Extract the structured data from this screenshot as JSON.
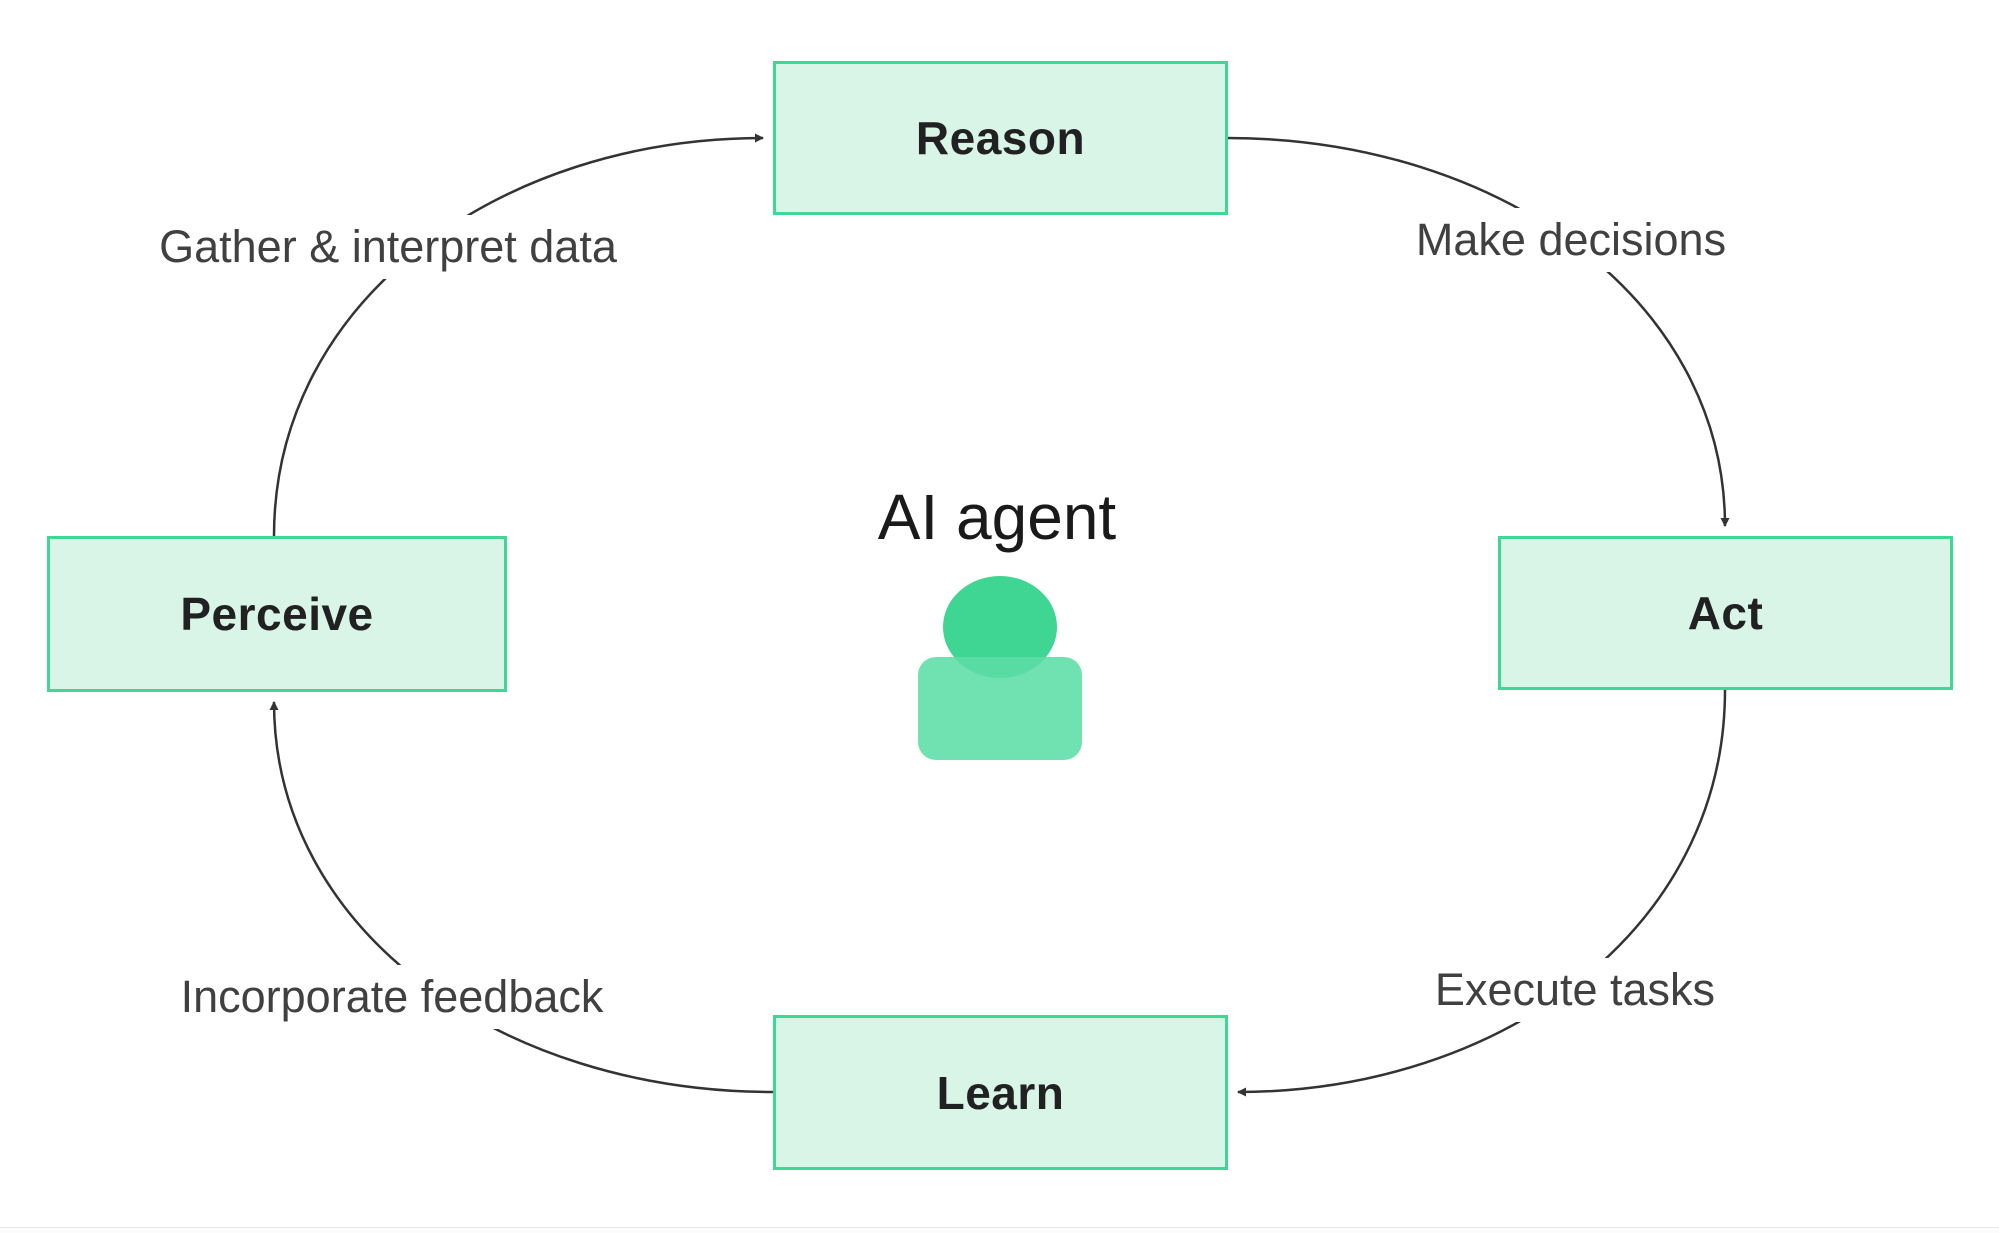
{
  "title": "AI agent",
  "nodes": [
    {
      "id": "reason",
      "label": "Reason"
    },
    {
      "id": "act",
      "label": "Act"
    },
    {
      "id": "learn",
      "label": "Learn"
    },
    {
      "id": "perceive",
      "label": "Perceive"
    }
  ],
  "edges": [
    {
      "from": "Perceive",
      "to": "Reason",
      "label": "Gather & interpret data"
    },
    {
      "from": "Reason",
      "to": "Act",
      "label": "Make decisions"
    },
    {
      "from": "Act",
      "to": "Learn",
      "label": "Execute tasks"
    },
    {
      "from": "Learn",
      "to": "Perceive",
      "label": "Incorporate feedback"
    }
  ],
  "icons": [
    {
      "name": "person-icon",
      "meaning": "AI agent avatar"
    }
  ],
  "colors": {
    "node_fill": "#d9f5e8",
    "node_border": "#3ed796",
    "node_label_text": "#212121",
    "edge_stroke": "#333333",
    "edge_label_text": "#404040",
    "avatar_head": "#3fd593",
    "avatar_body": "#5cdda6",
    "background": "#ffffff"
  }
}
